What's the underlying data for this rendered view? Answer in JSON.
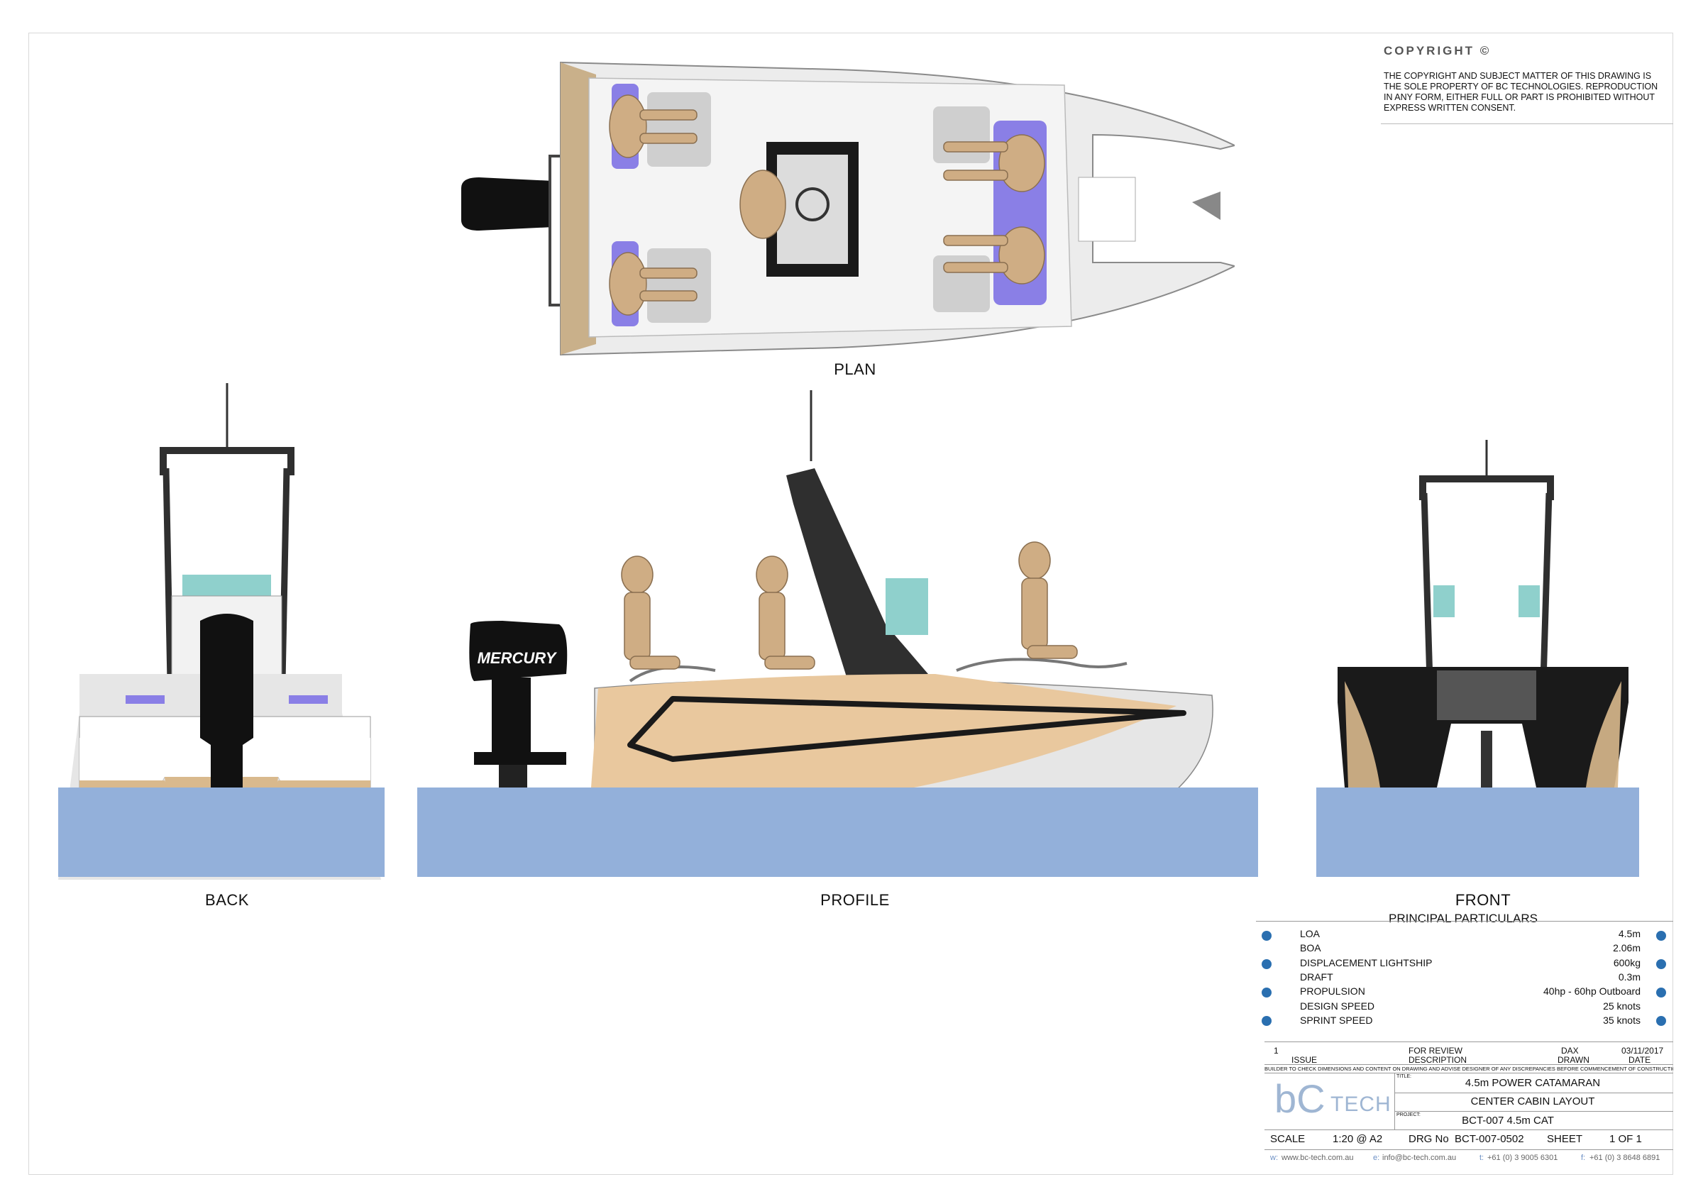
{
  "copyright": {
    "title": "COPYRIGHT ©",
    "text": "THE COPYRIGHT AND SUBJECT MATTER OF THIS DRAWING IS THE SOLE PROPERTY OF BC TECHNOLOGIES. REPRODUCTION IN ANY FORM, EITHER FULL OR PART IS PROHIBITED  WITHOUT EXPRESS WRITTEN CONSENT."
  },
  "views": {
    "plan": "PLAN",
    "back": "BACK",
    "profile": "PROFILE",
    "front": "FRONT"
  },
  "engine_brand": "MERCURY",
  "particulars": {
    "title": "PRINCIPAL  PARTICULARS",
    "rows": [
      {
        "k": "LOA",
        "v": "4.5m"
      },
      {
        "k": "BOA",
        "v": "2.06m"
      },
      {
        "k": "DISPLACEMENT LIGHTSHIP",
        "v": "600kg"
      },
      {
        "k": "DRAFT",
        "v": "0.3m"
      },
      {
        "k": "PROPULSION",
        "v": "40hp - 60hp Outboard"
      },
      {
        "k": "DESIGN  SPEED",
        "v": "25 knots"
      },
      {
        "k": "SPRINT  SPEED",
        "v": "35 knots"
      }
    ]
  },
  "title_block": {
    "issue_no": "1",
    "issue_desc": "FOR REVIEW",
    "drawn_by": "DAX",
    "date": "03/11/2017",
    "h_issue": "ISSUE",
    "h_desc": "DESCRIPTION",
    "h_drawn": "DRAWN",
    "h_date": "DATE",
    "note": "BUILDER TO CHECK DIMENSIONS AND CONTENT ON DRAWING AND ADVISE DESIGNER OF ANY DISCREPANCIES BEFORE COMMENCEMENT OF CONSTRUCTION",
    "title_label": "TITLE:",
    "title_1": "4.5m POWER CATAMARAN",
    "title_2": "CENTER CABIN LAYOUT",
    "project_label": "PROJECT:",
    "project": "BCT-007 4.5m CAT",
    "logo_bc": "bC",
    "logo_tech": "TECH",
    "scale_label": "SCALE",
    "scale": "1:20 @ A2",
    "drg_label": "DRG No",
    "drg": "BCT-007-0502",
    "sheet_label": "SHEET",
    "sheet": "1 OF 1",
    "w_label": "w:",
    "web": "www.bc-tech.com.au",
    "e_label": "e:",
    "email": "info@bc-tech.com.au",
    "t_label": "t:",
    "phone": "+61 (0) 3 9005 6301",
    "f_label": "f:",
    "fax": "+61 (0) 3 8648 6891"
  },
  "colors": {
    "hull_tan": "#e9c89e",
    "deck_grey": "#e6e6e6",
    "seat_purple": "#8a7fe6",
    "water": "#93b0da",
    "frame_dark": "#2f2f2f",
    "bullet_blue": "#2a6fb0"
  }
}
